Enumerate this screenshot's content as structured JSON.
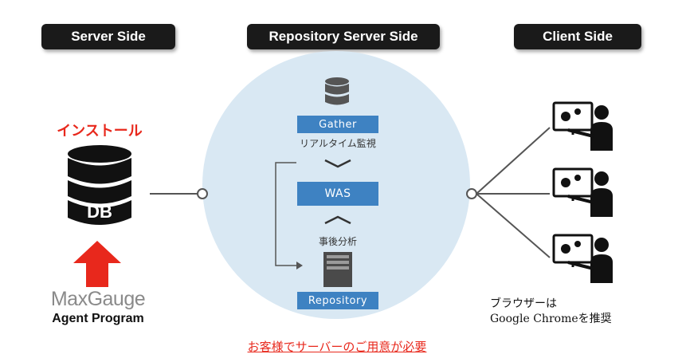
{
  "headers": {
    "server": "Server Side",
    "repository": "Repository Server Side",
    "client": "Client Side"
  },
  "server": {
    "install_label": "インストール",
    "db_label": "DB",
    "logo_text": "MaxGauge",
    "agent_label": "Agent Program"
  },
  "repository": {
    "gather": "Gather",
    "realtime": "リアルタイム監視",
    "was": "WAS",
    "post_analysis": "事後分析",
    "repository": "Repository"
  },
  "client": {
    "note_line1": "ブラウザーは",
    "note_line2": "Google Chromeを推奨"
  },
  "footer_note": "お客様でサーバーのご用意が必要",
  "colors": {
    "accent_red": "#e8281c",
    "bar_blue": "#3e82c2",
    "circle_fill": "#d9e8f3",
    "header_bg": "#1a1a1a"
  },
  "icons": [
    "db-cylinder-icon",
    "up-arrow-icon",
    "database-icon",
    "server-box-icon",
    "user-monitor-icon"
  ]
}
